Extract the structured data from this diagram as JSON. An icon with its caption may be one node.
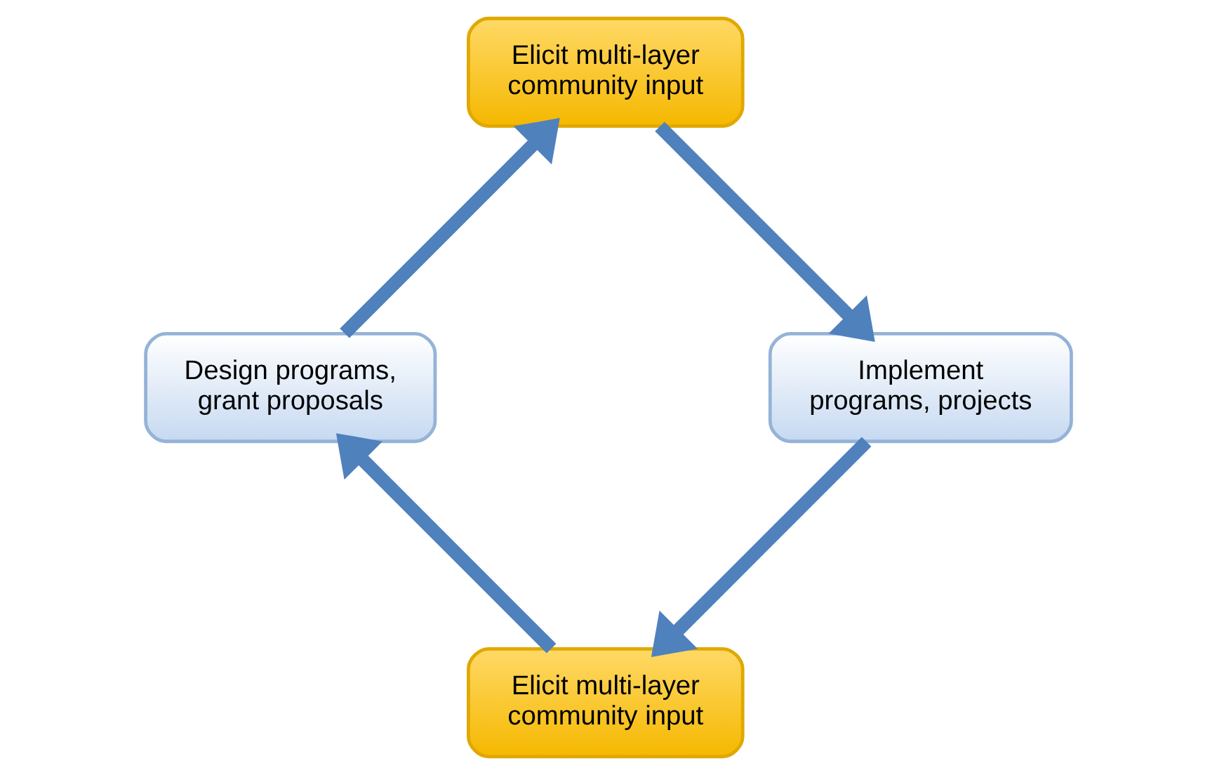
{
  "diagram": {
    "nodes": [
      {
        "text": [
          "Elicit multi-layer community input"
        ]
      },
      {
        "text": [
          "Design programs, grant proposals"
        ]
      },
      {
        "text": [
          "Elicit multi-layer community input"
        ]
      },
      {
        "text": [
          "Implement programs, projects"
        ]
      }
    ],
    "edges": [
      {
        "from": 0,
        "to": 1,
        "arrow": "to"
      },
      {
        "from": 1,
        "to": 2,
        "arrow": "to"
      },
      {
        "from": 2,
        "to": 3,
        "arrow": "to"
      },
      {
        "from": 3,
        "to": 0,
        "arrow": "to"
      }
    ]
  }
}
